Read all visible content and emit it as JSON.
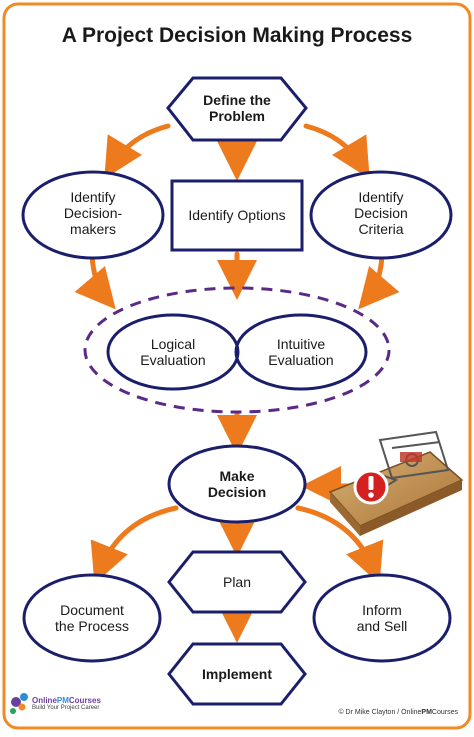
{
  "title": "A Project Decision Making Process",
  "nodes": {
    "define": [
      "Define the",
      "Problem"
    ],
    "identify_makers": [
      "Identify",
      "Decision-",
      "makers"
    ],
    "identify_options": [
      "Identify Options"
    ],
    "identify_criteria": [
      "Identify",
      "Decision",
      "Criteria"
    ],
    "logical": [
      "Logical",
      "Evaluation"
    ],
    "intuitive": [
      "Intuitive",
      "Evaluation"
    ],
    "make_decision": [
      "Make",
      "Decision"
    ],
    "plan": [
      "Plan"
    ],
    "document": [
      "Document",
      "the Process"
    ],
    "inform": [
      "Inform",
      "and Sell"
    ],
    "implement": [
      "Implement"
    ]
  },
  "footer": {
    "logo_line1a": "Online",
    "logo_line1b": "PM",
    "logo_line1c": "Courses",
    "logo_tagline": "Build Your Project Career",
    "credit_prefix": "© Dr Mike Clayton / Online",
    "credit_bold": "PM",
    "credit_suffix": "Courses"
  },
  "colors": {
    "border": "#f08a24",
    "arrow": "#ee7a1e",
    "shape_stroke": "#1b1f6b",
    "dashed": "#5b2a86",
    "warning": "#d42020",
    "text": "#1a1a1a"
  },
  "icons": [
    "mousetrap-icon",
    "warning-icon",
    "logo-icon"
  ]
}
